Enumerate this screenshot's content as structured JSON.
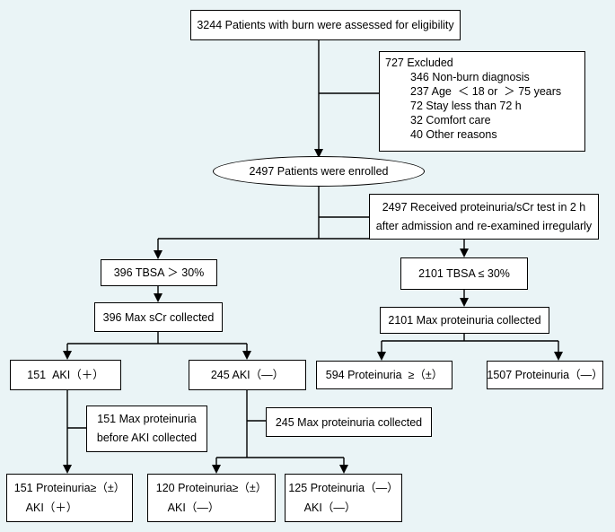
{
  "assessed": "3244 Patients with burn were assessed for eligibility",
  "excluded": {
    "title": "727 Excluded",
    "lines": [
      "346 Non-burn diagnosis",
      "237 Age  ＜ 18 or  ＞ 75 years",
      "72 Stay less than 72 h",
      "32 Comfort care",
      "40 Other reasons"
    ]
  },
  "enrolled": "2497 Patients were enrolled",
  "tested": [
    "2497 Received proteinuria/sCr test in 2 h",
    "after admission and re-examined irregularly"
  ],
  "tbsa_high": "396 TBSA ＞ 30%",
  "tbsa_low": "2101 TBSA ≤ 30%",
  "max_scr": "396 Max sCr collected",
  "max_prot": "2101 Max proteinuria collected",
  "aki_pos": "151  AKI（＋）",
  "aki_neg": "245 AKI（—）",
  "prot_pos": "594 Proteinuria  ≥（±）",
  "prot_neg": "1507 Proteinuria（—）",
  "aki_pos_note": [
    "151 Max proteinuria",
    "before AKI collected"
  ],
  "aki_neg_note": "245 Max proteinuria collected",
  "out1": [
    "151 Proteinuria≥（±）",
    "AKI（＋）"
  ],
  "out2": [
    "120 Proteinuria≥（±）",
    "AKI（—）"
  ],
  "out3": [
    "125 Proteinuria（—）",
    "AKI（—）"
  ]
}
